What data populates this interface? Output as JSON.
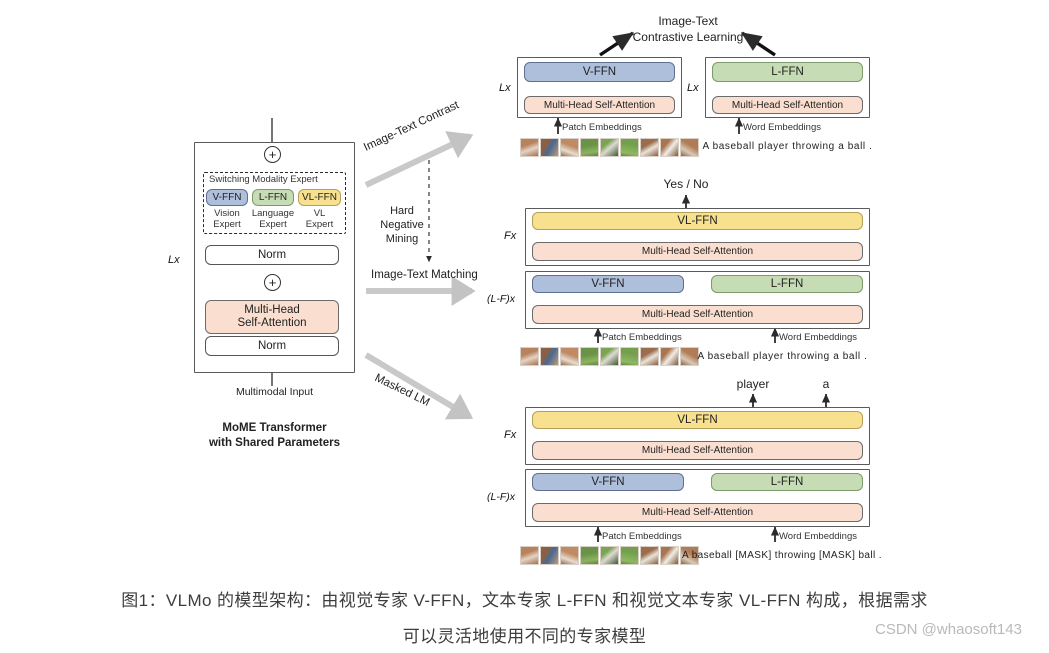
{
  "figure": {
    "caption_line1": "图1：VLMo 的模型架构：由视觉专家 V-FFN，文本专家 L-FFN 和视觉文本专家 VL-FFN 构成，根据需求",
    "caption_line2": "可以灵活地使用不同的专家模型",
    "watermark": "CSDN @whaosoft143"
  },
  "colors": {
    "v_ffn": "#aebfdb",
    "l_ffn": "#c6dcb4",
    "vl_ffn": "#f7e08e",
    "attention": "#fadfd0",
    "panel_border": "#5a5a5a",
    "text": "#222222",
    "arrow_gray": "#c9c9c9",
    "caption": "#3d3d3d"
  },
  "left_block": {
    "stack_label": "Lx",
    "expert_group_title": "Switching Modality Expert",
    "experts": [
      {
        "box": "V-FFN",
        "sub_line1": "Vision",
        "sub_line2": "Expert"
      },
      {
        "box": "L-FFN",
        "sub_line1": "Language",
        "sub_line2": "Expert"
      },
      {
        "box": "VL-FFN",
        "sub_line1": "VL",
        "sub_line2": "Expert"
      }
    ],
    "norm_upper": "Norm",
    "attention_line1": "Multi-Head",
    "attention_line2": "Self-Attention",
    "norm_lower": "Norm",
    "input_label": "Multimodal Input",
    "title_line1": "MoME Transformer",
    "title_line2": "with Shared Parameters",
    "residual_symbol": "+"
  },
  "transitions": {
    "contrast": "Image-Text Contrast",
    "hard_negative": [
      "Hard",
      "Negative",
      "Mining"
    ],
    "matching": "Image-Text Matching",
    "masked_lm": "Masked LM"
  },
  "tasks": [
    {
      "id": "contrastive",
      "title_line1": "Image-Text",
      "title_line2": "Contrastive Learning",
      "vision_tower": {
        "stack_label": "Lx",
        "ffn": "V-FFN",
        "attention": "Multi-Head Self-Attention",
        "embedding_label": "Patch Embeddings"
      },
      "text_tower": {
        "stack_label": "Lx",
        "ffn": "L-FFN",
        "attention": "Multi-Head Self-Attention",
        "embedding_label": "Word Embeddings"
      },
      "sentence": "A baseball player throwing a ball .",
      "sentence_tokens": [
        "A",
        "baseball",
        "player",
        "throwing",
        "a",
        "ball",
        "."
      ]
    },
    {
      "id": "matching",
      "output": "Yes / No",
      "fusion_stack_label": "Fx",
      "fusion_ffn": "VL-FFN",
      "fusion_attention": "Multi-Head Self-Attention",
      "dual_stack_label": "(L-F)x",
      "dual_v_ffn": "V-FFN",
      "dual_l_ffn": "L-FFN",
      "dual_attention": "Multi-Head Self-Attention",
      "patch_embedding_label": "Patch Embeddings",
      "word_embedding_label": "Word Embeddings",
      "sentence": "A baseball player throwing a ball .",
      "sentence_tokens": [
        "A",
        "baseball",
        "player",
        "throwing",
        "a",
        "ball",
        "."
      ]
    },
    {
      "id": "masked_lm",
      "outputs": [
        "player",
        "a"
      ],
      "fusion_stack_label": "Fx",
      "fusion_ffn": "VL-FFN",
      "fusion_attention": "Multi-Head Self-Attention",
      "dual_stack_label": "(L-F)x",
      "dual_v_ffn": "V-FFN",
      "dual_l_ffn": "L-FFN",
      "dual_attention": "Multi-Head Self-Attention",
      "patch_embedding_label": "Patch Embeddings",
      "word_embedding_label": "Word Embeddings",
      "sentence": "A baseball [MASK] throwing [MASK] ball .",
      "sentence_tokens": [
        "A",
        "baseball",
        "[MASK]",
        "throwing",
        "[MASK]",
        "ball",
        "."
      ]
    }
  ]
}
